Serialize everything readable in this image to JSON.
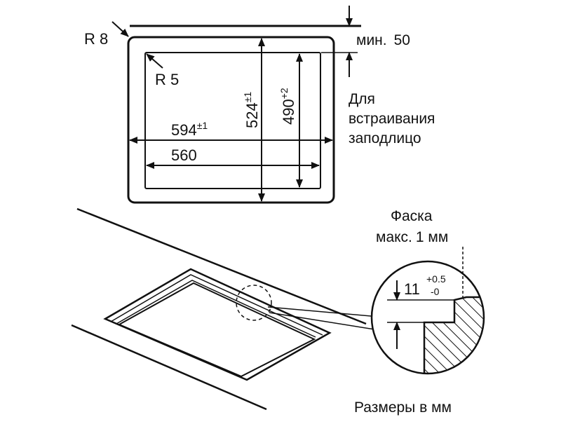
{
  "labels": {
    "r8": "R 8",
    "r5": "R 5",
    "min_prefix": "мин.",
    "min_value": "50",
    "flush_line1": "Для",
    "flush_line2": "встраивания",
    "flush_line3": "заподлицо",
    "chamfer_line1": "Фаска",
    "chamfer_line2_a": "макс.",
    "chamfer_line2_b": "1 мм",
    "units_note": "Размеры в мм"
  },
  "dimensions": {
    "width_outer": {
      "value": "594",
      "tol": "±1"
    },
    "width_inner": {
      "value": "560"
    },
    "depth_outer": {
      "value": "524",
      "tol": "±1"
    },
    "depth_inner": {
      "value": "490",
      "tol": "+2"
    },
    "recess": {
      "value": "11",
      "tol_plus": "+0.5",
      "tol_minus": "-0"
    }
  },
  "colors": {
    "ink": "#111111",
    "background": "#ffffff"
  }
}
